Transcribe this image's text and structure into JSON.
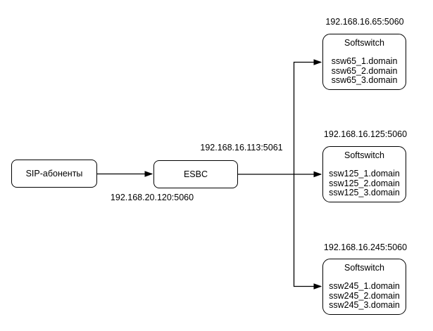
{
  "diagram": {
    "nodes": {
      "sip": {
        "label": "SIP-абоненты"
      },
      "esbc": {
        "label": "ESBC"
      },
      "ssw65": {
        "title": "Softswitch",
        "address": "192.168.16.65:5060",
        "lines": [
          "ssw65_1.domain",
          "ssw65_2.domain",
          "ssw65_3.domain"
        ]
      },
      "ssw125": {
        "title": "Softswitch",
        "address": "192.168.16.125:5060",
        "lines": [
          "ssw125_1.domain",
          "ssw125_2.domain",
          "ssw125_3.domain"
        ]
      },
      "ssw245": {
        "title": "Softswitch",
        "address": "192.168.16.245:5060",
        "lines": [
          "ssw245_1.domain",
          "ssw245_2.domain",
          "ssw245_3.domain"
        ]
      }
    },
    "edge_labels": {
      "sip_to_esbc": "192.168.20.120:5060",
      "esbc_to_softswitches": "192.168.16.113:5061"
    },
    "colors": {
      "background": "#ffffff",
      "node_fill": "#ffffff",
      "line": "#000000",
      "text": "#000000"
    }
  }
}
